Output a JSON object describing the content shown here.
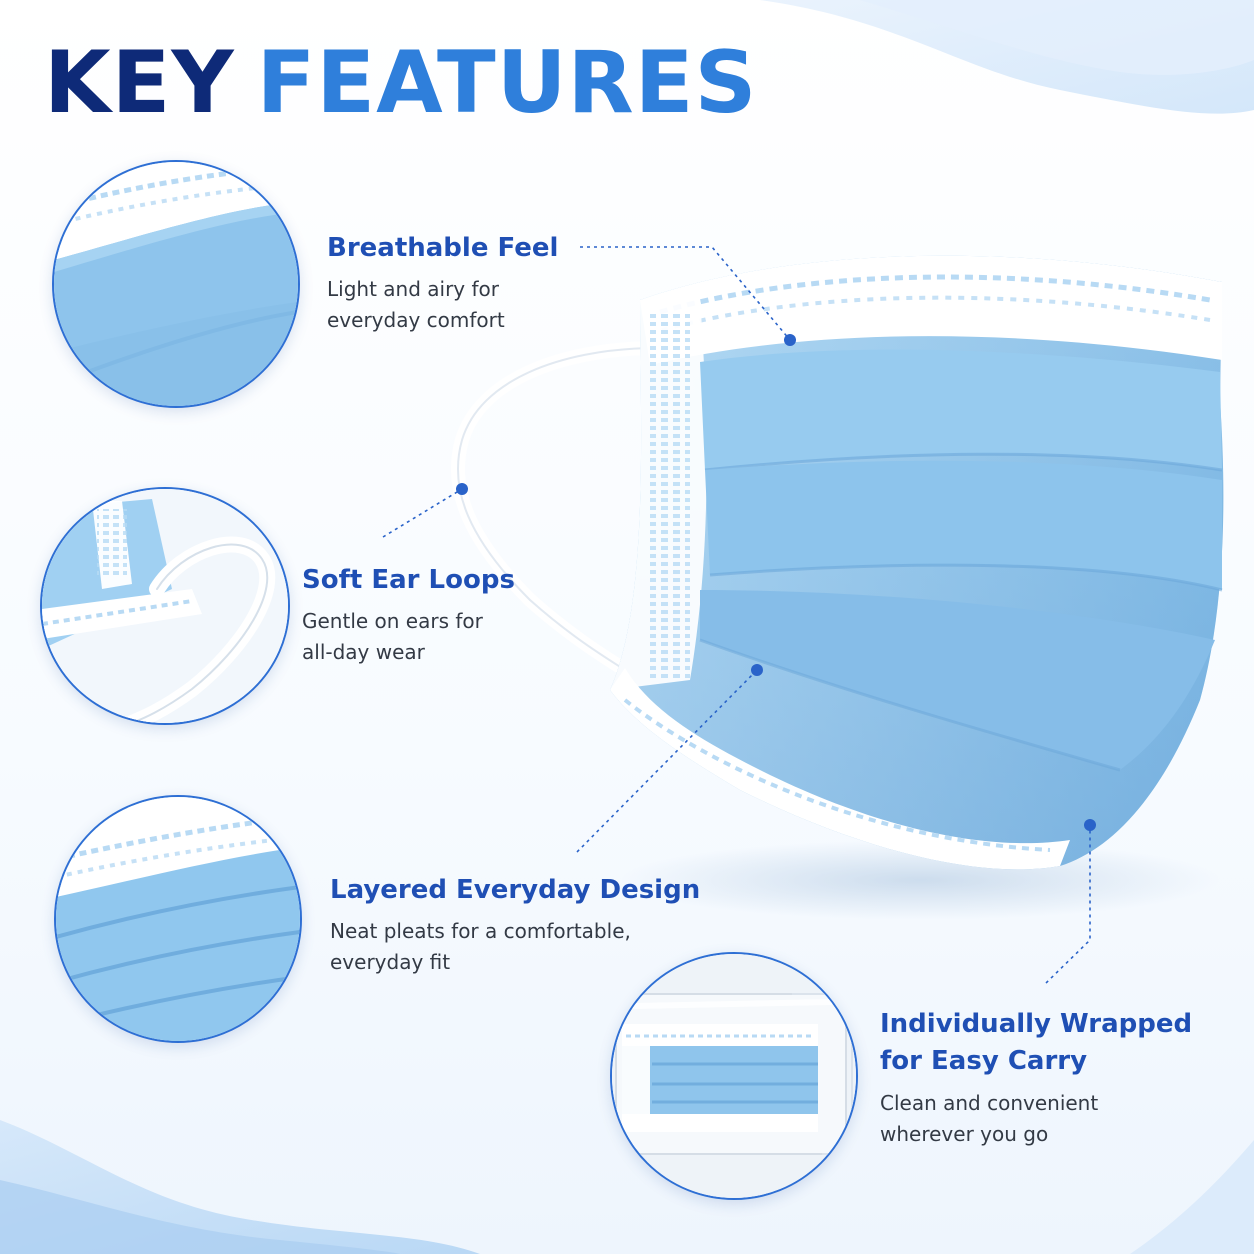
{
  "headline": {
    "word1": "KEY",
    "word2": "FEATURES"
  },
  "features": [
    {
      "title": "Breathable Feel",
      "lines": [
        "Light and airy for",
        "everyday comfort"
      ]
    },
    {
      "title": "Soft Ear Loops",
      "lines": [
        "Gentle on ears for",
        "all-day wear"
      ]
    },
    {
      "title": "Layered Everyday Design",
      "lines": [
        "Neat pleats for a comfortable,",
        "everyday fit"
      ]
    },
    {
      "title_lines": [
        "Individually Wrapped",
        "for Easy Carry"
      ],
      "lines": [
        "Clean and convenient",
        "wherever you go"
      ]
    }
  ],
  "colors": {
    "navy": "#0e2a78",
    "accent_blue": "#2f7fdb",
    "title_blue": "#1f4fb4",
    "mask_blue": "#8cc3ea",
    "marker_blue": "#2a63c9"
  }
}
